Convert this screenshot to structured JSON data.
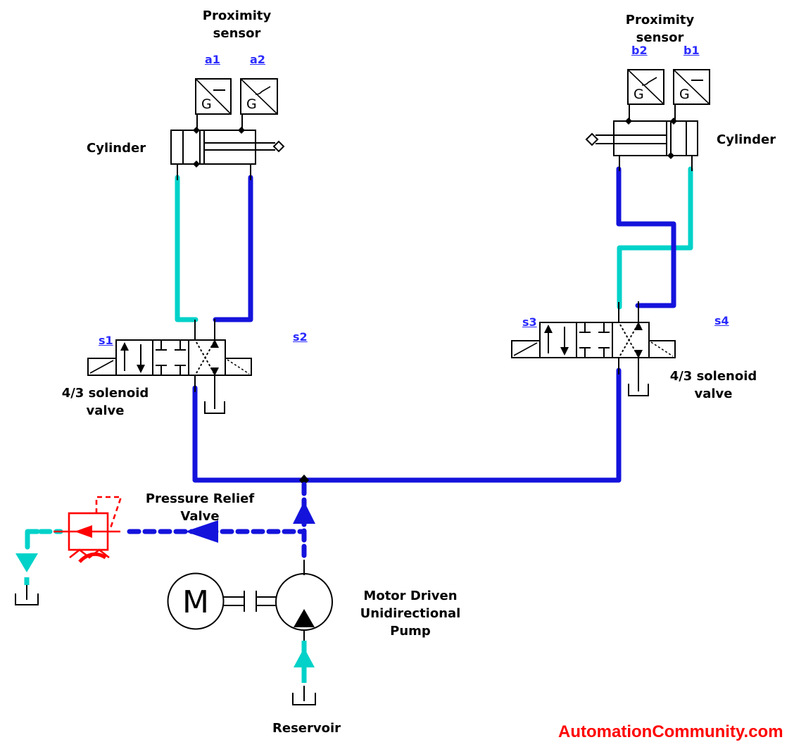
{
  "colors": {
    "background": "#ffffff",
    "wire_blue": "#1413dc",
    "wire_cyan": "#00d2c9",
    "valve_red": "#ff0000",
    "link_blue": "#2b2bff",
    "ink_black": "#000000",
    "brand_red": "#ff0000"
  },
  "sensors": {
    "glyph": "G",
    "left": {
      "title": "Proximity sensor",
      "tags": [
        "a1",
        "a2"
      ]
    },
    "right": {
      "title": "Proximity sensor",
      "tags": [
        "b2",
        "b1"
      ]
    }
  },
  "cylinders": {
    "left_label": "Cylinder",
    "right_label": "Cylinder"
  },
  "valves": {
    "left": {
      "tag_left": "s1",
      "tag_right": "s2",
      "caption": "4/3 solenoid valve"
    },
    "right": {
      "tag_left": "s3",
      "tag_right": "s4",
      "caption": "4/3 solenoid valve"
    }
  },
  "relief_valve": {
    "caption": "Pressure Relief Valve"
  },
  "pump": {
    "caption": "Motor Driven Unidirectional Pump",
    "motor_letter": "M"
  },
  "reservoir": {
    "caption": "Reservoir"
  },
  "branding": {
    "text": "AutomationCommunity.com"
  }
}
